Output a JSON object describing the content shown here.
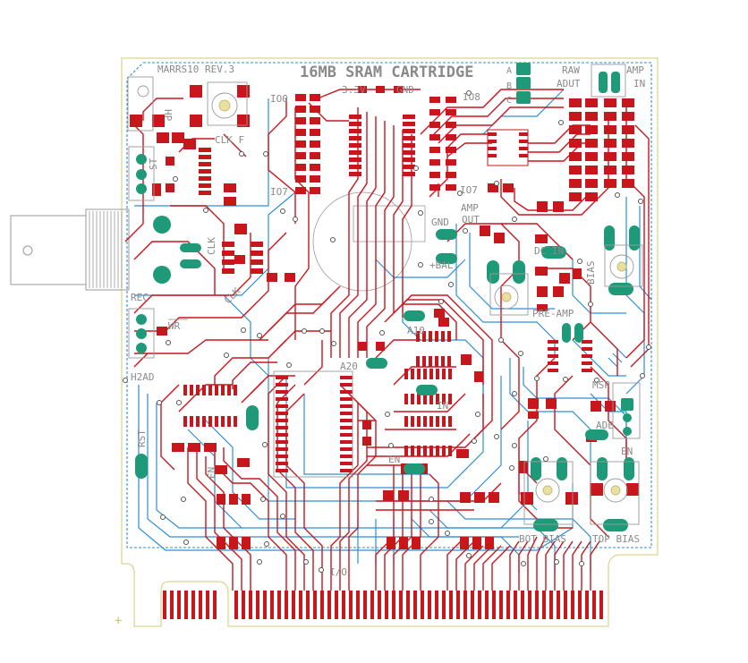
{
  "board": {
    "title": "16MB SRAM CARTRIDGE",
    "revision": "MARRS10 REV.3",
    "colors": {
      "copper_top": "#c8161d",
      "copper_bottom": "#2e8fd6",
      "pad_green": "#1f9a78",
      "outline": "#d8d890",
      "silkscreen": "#8a8a8a",
      "keepout": "#2e8fd6",
      "background": "#ffffff"
    }
  },
  "labels": {
    "io0": "IO0",
    "io7": "IO7",
    "io8": "IO8",
    "io7b": "IO7",
    "v33": "3.3V",
    "gnd_top": "GND",
    "clk_f": "CLK F",
    "clk": "CLK",
    "clk2": "CLK",
    "st": "ST",
    "rec": "REC",
    "wr": "WR",
    "h2ad": "H2AD",
    "rst": "RST",
    "a10": "A10",
    "a20": "A20",
    "in": "IN",
    "en": "EN",
    "en2": "EN",
    "io_bottom": "I/O",
    "raw": "RAW",
    "adut": "ADUT",
    "amp_in_top": "AMP",
    "amp_in_bot": "IN",
    "gnd_out": "GND",
    "amp_out": "AMP",
    "out": "OUT",
    "bal": "+BAL",
    "dc_in": "DC IN",
    "bias": "BIAS",
    "pre_amp": "PRE-AMP",
    "msp": "MSP",
    "ade": "ADE",
    "en3": "EN",
    "bot_bias": "BOT BIAS",
    "top_bias": "TOP BIAS",
    "ab_a": "A",
    "ab_b": "B",
    "ab_c": "C",
    "hp": "HP"
  }
}
